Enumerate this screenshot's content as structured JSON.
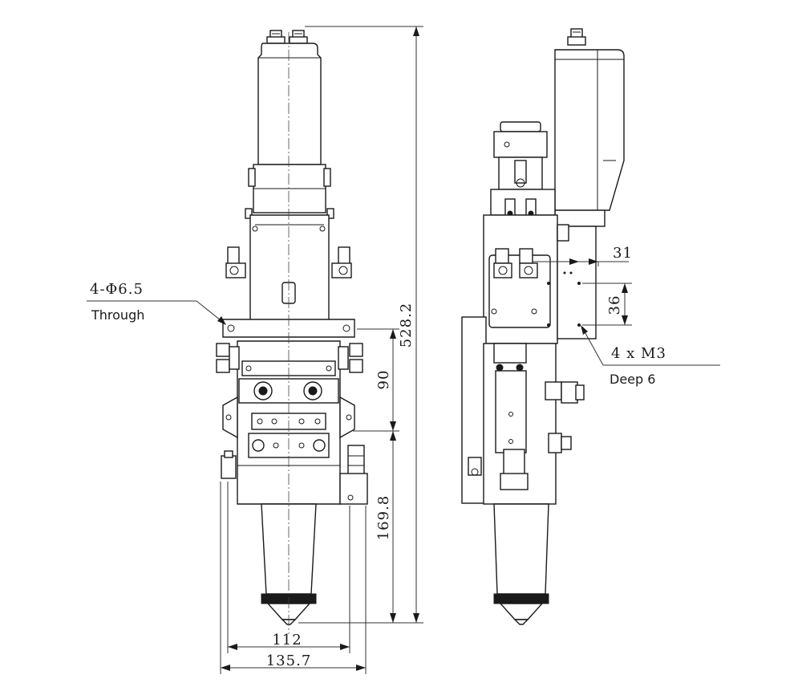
{
  "dimensions": {
    "overall_height": "528.2",
    "upper_span": "90",
    "lower_span": "169.8",
    "inner_width": "112",
    "outer_width": "135.7",
    "side_offset_top": "31",
    "side_spacing": "36"
  },
  "callouts": {
    "holes_spec": "4-Φ6.5",
    "holes_note": "Through",
    "thread_spec": "4 x  M3",
    "thread_note": "Deep 6"
  },
  "colors": {
    "line": "#1a1a1a",
    "background": "#ffffff"
  }
}
